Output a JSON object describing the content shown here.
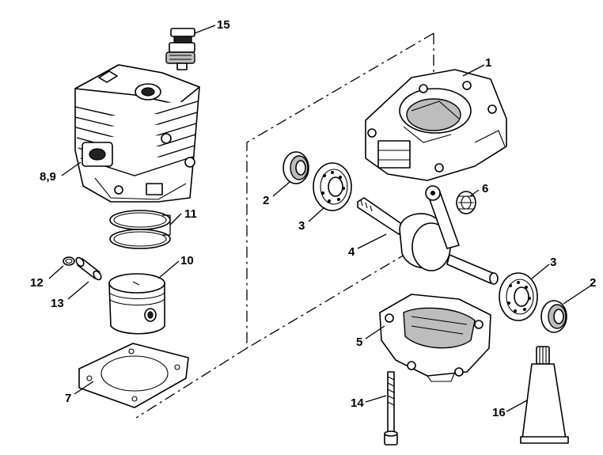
{
  "diagram": {
    "callouts": {
      "c1": "1",
      "c2a": "2",
      "c2b": "2",
      "c3a": "3",
      "c3b": "3",
      "c4": "4",
      "c5": "5",
      "c6": "6",
      "c7": "7",
      "c89": "8,9",
      "c10": "10",
      "c11": "11",
      "c12": "12",
      "c13": "13",
      "c14": "14",
      "c15": "15",
      "c16": "16"
    }
  }
}
